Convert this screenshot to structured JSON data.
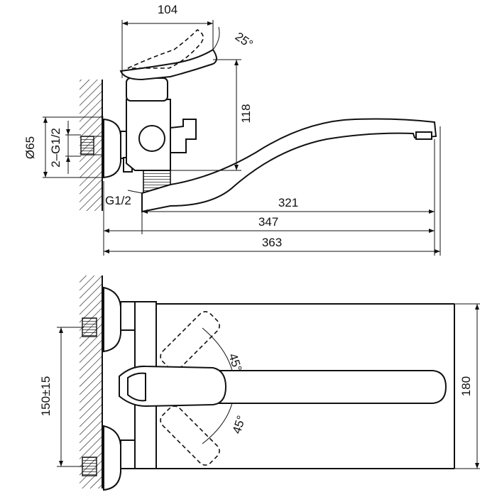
{
  "drawing": {
    "top_view": {
      "dim_width": "104",
      "dim_angle": "25°",
      "dim_height": "118",
      "dim_diameter": "Ø65",
      "dim_thread_inlet": "2–G1/2",
      "dim_thread_outlet": "G1/2",
      "dim_spout_321": "321",
      "dim_spout_347": "347",
      "dim_total_363": "363"
    },
    "bottom_view": {
      "dim_angle_upper": "45°",
      "dim_angle_lower": "45°",
      "dim_centers": "150±15",
      "dim_height": "180"
    }
  }
}
